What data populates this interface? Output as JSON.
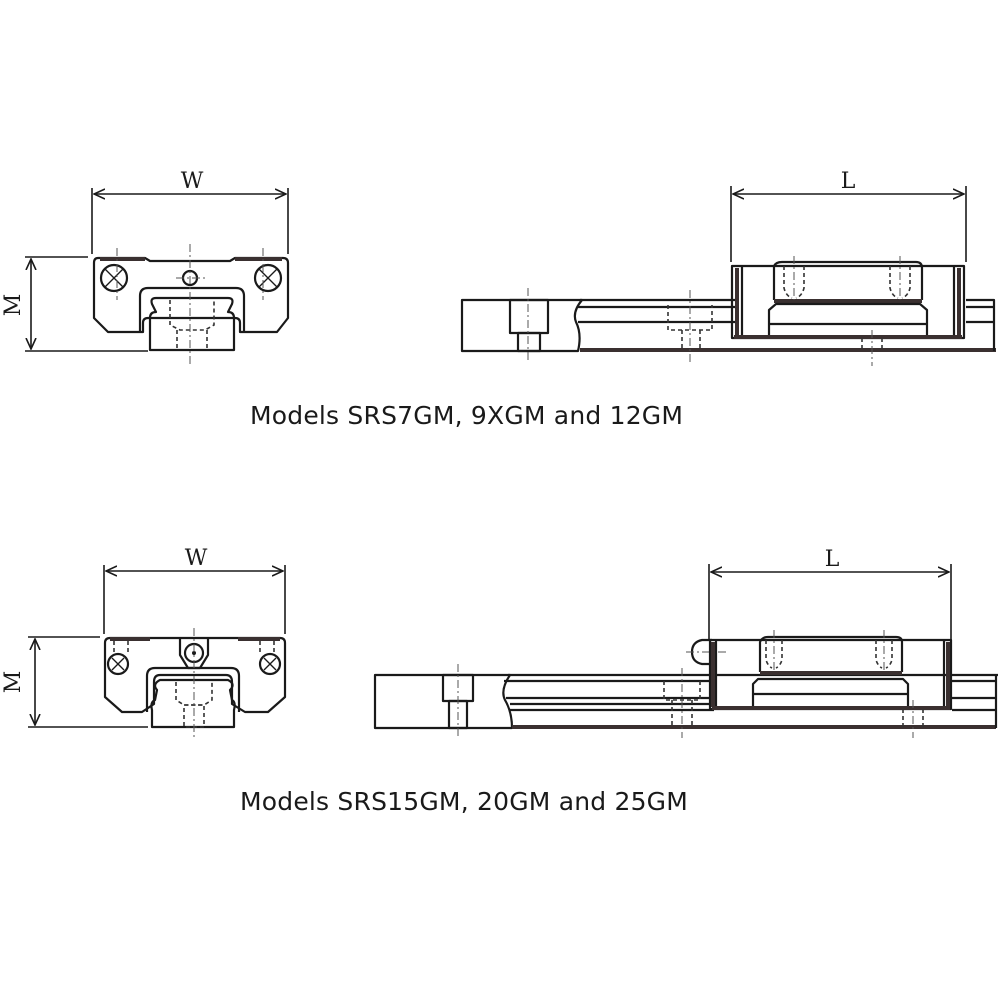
{
  "figures": [
    {
      "id": "small-series",
      "caption": "Models SRS7GM, 9XGM and 12GM",
      "front_view": {
        "width_label": "W",
        "height_label": "M"
      },
      "side_view": {
        "length_label": "L"
      }
    },
    {
      "id": "large-series",
      "caption": "Models SRS15GM, 20GM and 25GM",
      "front_view": {
        "width_label": "W",
        "height_label": "M"
      },
      "side_view": {
        "length_label": "L"
      }
    }
  ],
  "colors": {
    "line": "#1a1a1a",
    "background": "#ffffff",
    "shade": "#3a3030"
  }
}
